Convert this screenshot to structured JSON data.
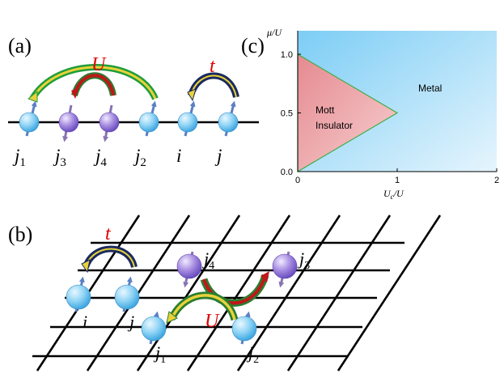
{
  "panels": {
    "a": {
      "label": "(a)",
      "U": "U",
      "t": "t",
      "sites": [
        {
          "base": "j",
          "sub": "1"
        },
        {
          "base": "j",
          "sub": "3"
        },
        {
          "base": "j",
          "sub": "4"
        },
        {
          "base": "j",
          "sub": "2"
        },
        {
          "base": "i",
          "sub": ""
        },
        {
          "base": "j",
          "sub": ""
        }
      ]
    },
    "b": {
      "label": "(b)",
      "U": "U",
      "t": "t",
      "sites": [
        {
          "base": "i",
          "sub": ""
        },
        {
          "base": "j",
          "sub": ""
        },
        {
          "base": "j",
          "sub": "1"
        },
        {
          "base": "j",
          "sub": "2"
        },
        {
          "base": "j",
          "sub": "4"
        },
        {
          "base": "j",
          "sub": "3"
        }
      ]
    },
    "c": {
      "label": "(c)",
      "ylabel": "μ/U",
      "xlabel": "U_c/U",
      "region_mott_line1": "Mott",
      "region_mott_line2": "Insulator",
      "region_metal": "Metal"
    }
  },
  "chart_data": {
    "type": "area",
    "title": "",
    "xlabel": "U_c/U",
    "ylabel": "μ/U",
    "xlim": [
      0,
      2
    ],
    "ylim": [
      0,
      1.2
    ],
    "xticks": [
      "0",
      "1",
      "2"
    ],
    "yticks": [
      "0.0",
      "0.5",
      "1.0"
    ],
    "regions": [
      {
        "name": "Mott Insulator",
        "vertices": [
          [
            0,
            0
          ],
          [
            1,
            0.5
          ],
          [
            0,
            1
          ]
        ],
        "color": "#e8a3a6"
      },
      {
        "name": "Metal",
        "color": "#a9d8f4"
      }
    ]
  },
  "colors": {
    "spin_up_arrow": "#5b7fc4",
    "spin_down_arrow": "#8a73b0",
    "site_up": "#8fd3f5",
    "site_down": "#a68be0",
    "U_label": "#e00000",
    "t_label": "#e00000"
  }
}
